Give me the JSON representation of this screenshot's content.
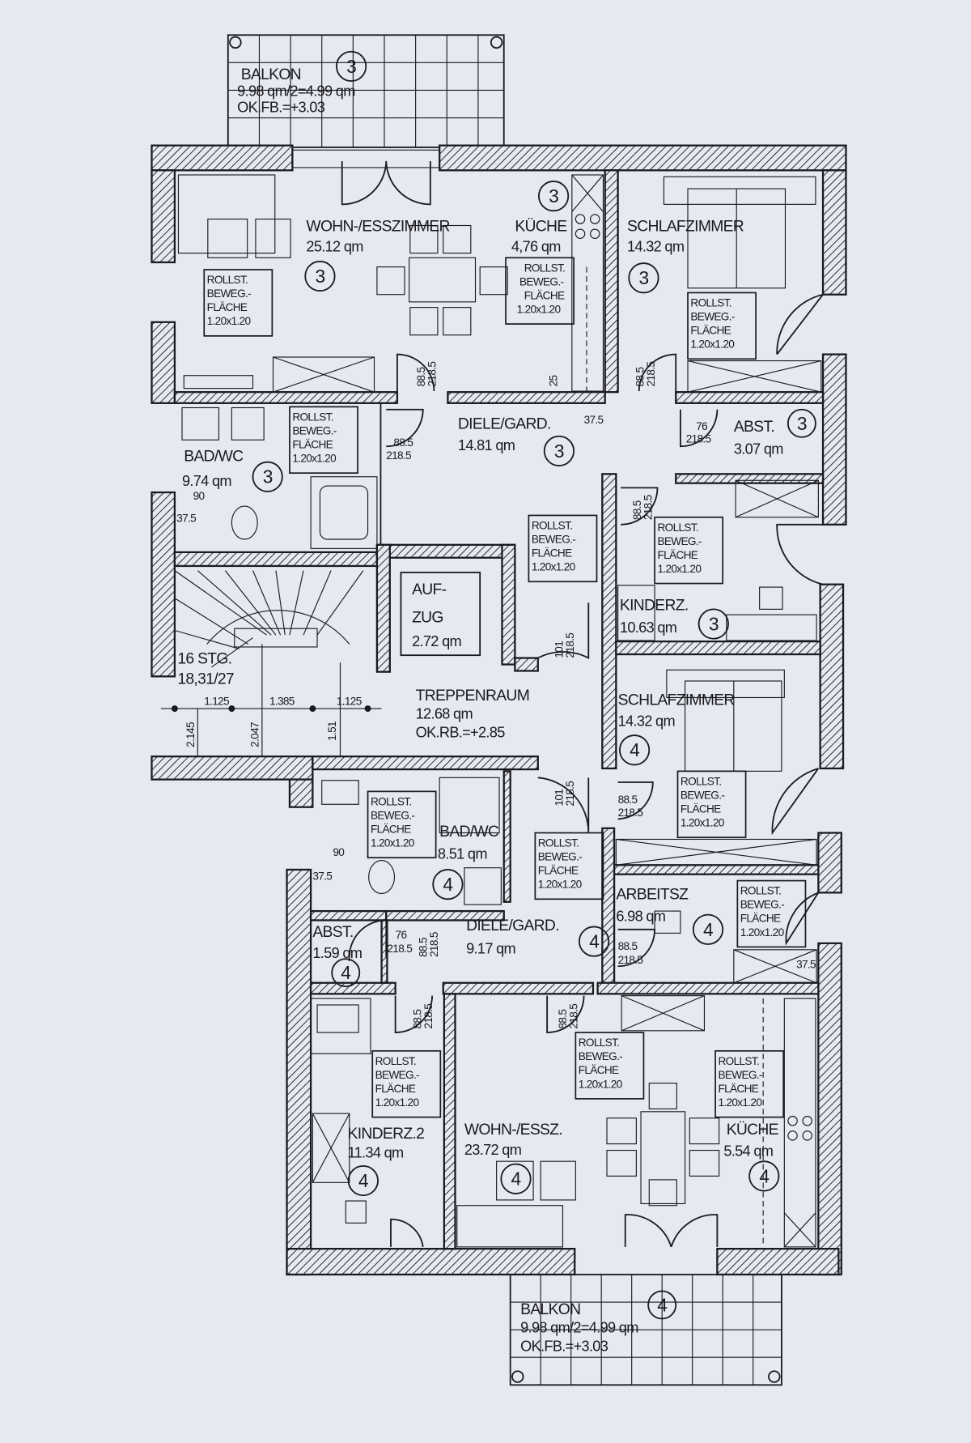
{
  "balcony_top": {
    "name": "BALKON",
    "area": "9.98 qm/2=4.99 qm",
    "level": "OK.FB.=+3.03",
    "unit": "3"
  },
  "balcony_bottom": {
    "name": "BALKON",
    "area": "9.98 qm/2=4.99 qm",
    "level": "OK.FB.=+3.03",
    "unit": "4"
  },
  "rooms": {
    "wohn3": {
      "name": "WOHN-/ESSZIMMER",
      "area": "25.12 qm",
      "unit": "3"
    },
    "kueche3": {
      "name": "KÜCHE",
      "area": "4,76 qm",
      "unit": "3"
    },
    "schlaf3": {
      "name": "SCHLAFZIMMER",
      "area": "14.32 qm",
      "unit": "3"
    },
    "diele3": {
      "name": "DIELE/GARD.",
      "area": "14.81 qm",
      "unit": "3"
    },
    "abst3": {
      "name": "ABST.",
      "area": "3.07 qm",
      "unit": "3"
    },
    "bad3": {
      "name": "BAD/WC",
      "area": "9.74 qm",
      "unit": "3"
    },
    "kinder3": {
      "name": "KINDERZ.",
      "area": "10.63 qm",
      "unit": "3"
    },
    "aufzug": {
      "name1": "AUF-",
      "name2": "ZUG",
      "area": "2.72 qm"
    },
    "stair": {
      "steps": "16 STG.",
      "ratio": "18,31/27"
    },
    "treppen": {
      "name": "TREPPENRAUM",
      "area": "12.68 qm",
      "level": "OK.RB.=+2.85"
    },
    "schlaf4": {
      "name": "SCHLAFZIMMER",
      "area": "14.32 qm",
      "unit": "4"
    },
    "bad4": {
      "name": "BAD/WC",
      "area": "8.51 qm",
      "unit": "4"
    },
    "arbeit4": {
      "name": "ARBEITSZ",
      "area": "6.98 qm",
      "unit": "4"
    },
    "abst4": {
      "name": "ABST.",
      "area": "1.59 qm",
      "unit": "4"
    },
    "diele4": {
      "name": "DIELE/GARD.",
      "area": "9.17 qm",
      "unit": "4"
    },
    "kinder4": {
      "name": "KINDERZ.2",
      "area": "11.34 qm",
      "unit": "4"
    },
    "wohn4": {
      "name": "WOHN-/ESSZ.",
      "area": "23.72 qm",
      "unit": "4"
    },
    "kueche4": {
      "name": "KÜCHE",
      "area": "5.54 qm",
      "unit": "4"
    }
  },
  "wheelchair_area": {
    "l1": "ROLLST.",
    "l2": "BEWEG.-",
    "l3": "FLÄCHE",
    "l4": "1.20x1.20"
  },
  "stair_dims": {
    "d1": "1.125",
    "d2": "1.385",
    "d3": "1.125",
    "v1": "2.145",
    "v2": "2.047",
    "v3": "1.51"
  },
  "door_dims": {
    "w885": "88.5",
    "w76": "76",
    "w101": "101",
    "h": "218.5",
    "w90": "90",
    "w375": "37.5",
    "w25": "25"
  },
  "colors": {
    "paper": "#e6e9f0",
    "ink": "#1a1a1f"
  }
}
